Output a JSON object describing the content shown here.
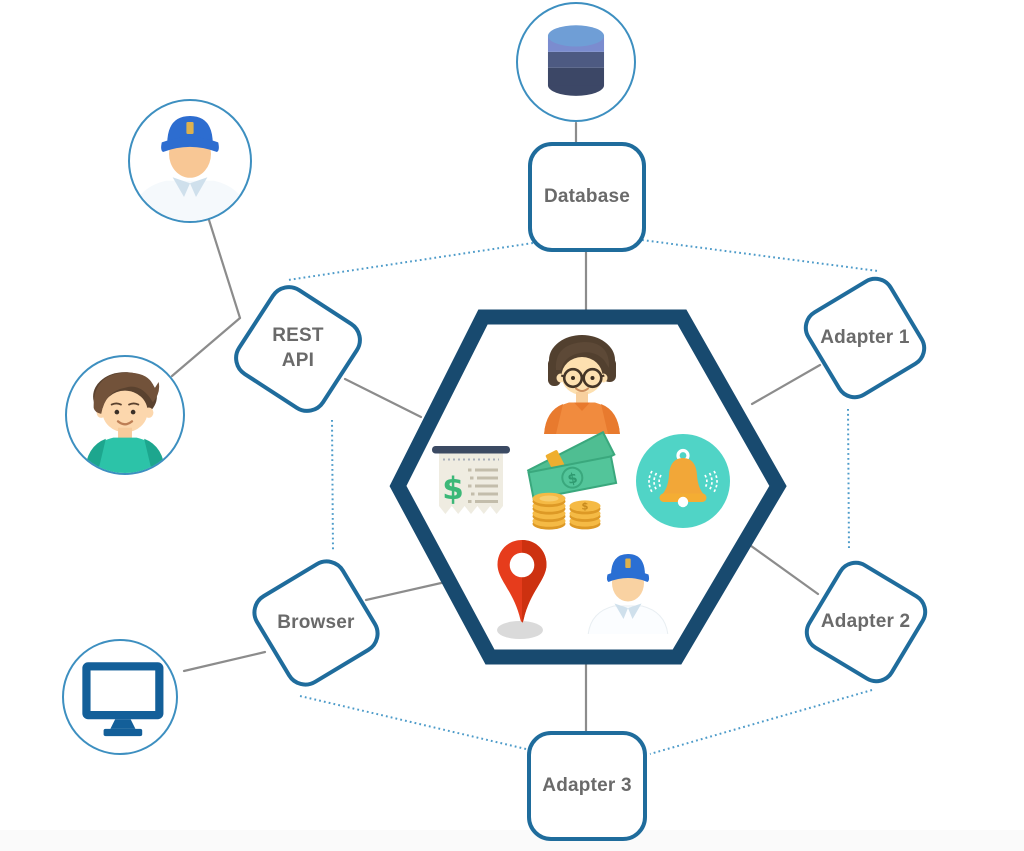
{
  "diagram": {
    "core": {
      "shape": "hexagon",
      "icons": [
        "user-glasses-icon",
        "invoice-icon",
        "money-icon",
        "notification-bell-icon",
        "location-pin-icon",
        "police-officer-icon"
      ]
    },
    "nodes": {
      "database": {
        "label": "Database",
        "shape": "rounded-square"
      },
      "adapter1": {
        "label": "Adapter 1",
        "shape": "rotated-rounded-square"
      },
      "adapter2": {
        "label": "Adapter 2",
        "shape": "rotated-rounded-square"
      },
      "adapter3": {
        "label": "Adapter 3",
        "shape": "rounded-square"
      },
      "browser": {
        "label": "Browser",
        "shape": "rotated-rounded-square"
      },
      "rest_api": {
        "label": "REST\nAPI",
        "shape": "rotated-rounded-square"
      }
    },
    "peripheral_icons": [
      "database-cylinder-icon",
      "police-officer-avatar-icon",
      "boy-avatar-icon",
      "computer-monitor-icon"
    ],
    "colors": {
      "hexagon_border": "#184a6f",
      "node_border": "#1f6c9c",
      "node_text": "#6a6a6a",
      "dotted_link": "#4d9bc9",
      "solid_link": "#8c8c8c",
      "avatar_circle_border": "#3d8fc0",
      "bell_circle": "#50d4c6",
      "bell_gold": "#f2a738",
      "pin_red": "#e63c1c",
      "money_green": "#4fbe92",
      "coin_gold": "#f5ba45",
      "shirt_orange": "#f18b3e",
      "shirt_teal": "#2cc3a8",
      "cap_blue": "#2a6fd3"
    }
  }
}
